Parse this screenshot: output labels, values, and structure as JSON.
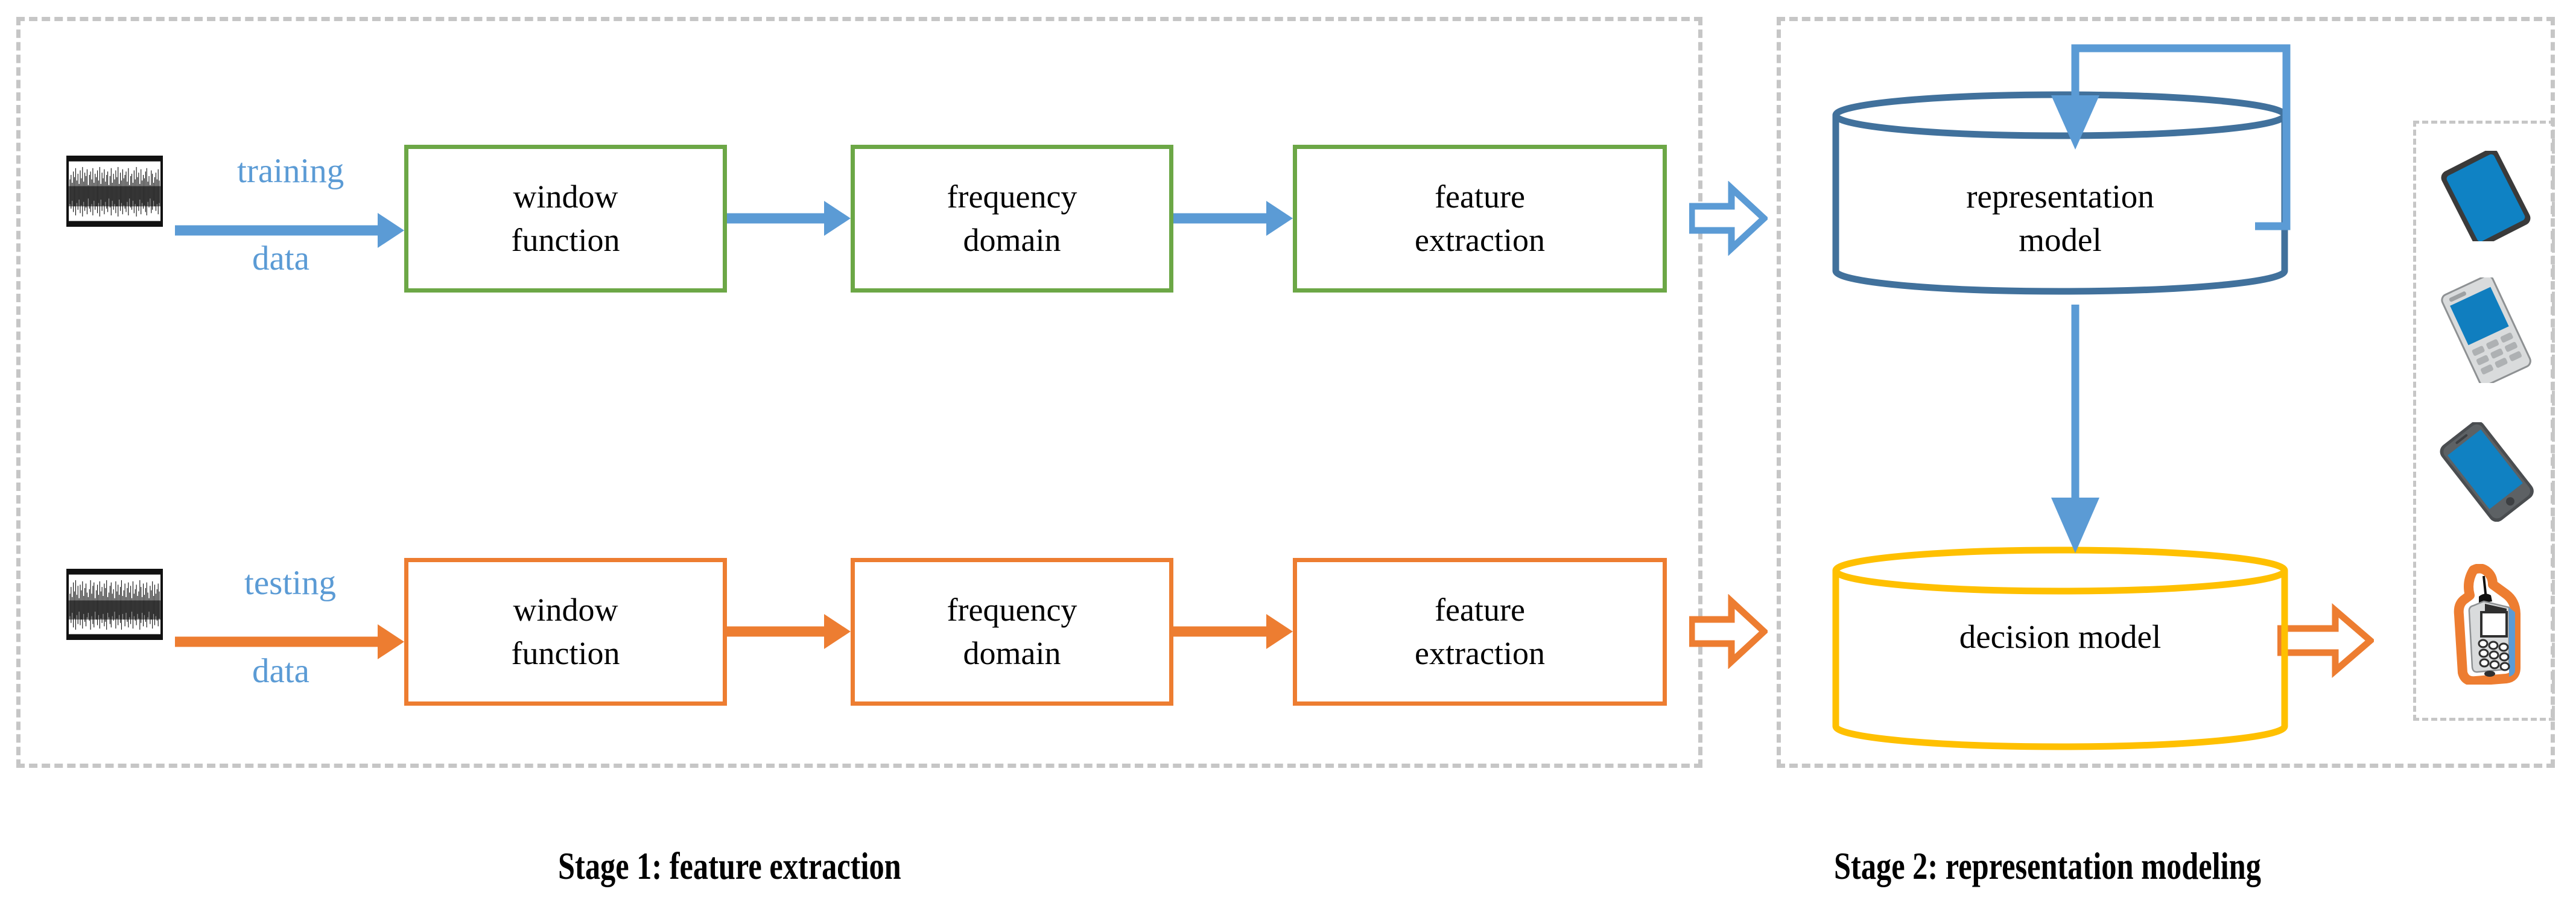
{
  "diagram": {
    "title": "Two-stage device identification pipeline",
    "colors": {
      "green": "#6ca746",
      "orange": "#ed7d31",
      "blue_arrow": "#5b9bd5",
      "blue_cylinder": "#41719c",
      "yellow_cylinder": "#ffc000",
      "panel_dashed": "#c6c6c6",
      "label_blue": "#5b9bd5"
    }
  },
  "stage1": {
    "caption": "Stage 1: feature extraction",
    "training_row": {
      "source_icon": "waveform-thumbnail",
      "flow_label_line1": "training",
      "flow_label_line2": "data",
      "boxes": [
        {
          "line1": "window",
          "line2": "function"
        },
        {
          "line1": "frequency",
          "line2": "domain"
        },
        {
          "line1": "feature",
          "line2": "extraction"
        }
      ]
    },
    "testing_row": {
      "source_icon": "waveform-thumbnail",
      "flow_label_line1": "testing",
      "flow_label_line2": "data",
      "boxes": [
        {
          "line1": "window",
          "line2": "function"
        },
        {
          "line1": "frequency",
          "line2": "domain"
        },
        {
          "line1": "feature",
          "line2": "extraction"
        }
      ]
    }
  },
  "stage2": {
    "caption": "Stage 2: representation modeling",
    "representation_model": {
      "line1": "representation",
      "line2": "model"
    },
    "decision_model": {
      "line1": "decision model",
      "line2": ""
    },
    "devices": [
      {
        "name": "tablet"
      },
      {
        "name": "pda-phone"
      },
      {
        "name": "smartphone"
      },
      {
        "name": "feature-phone-highlighted"
      }
    ]
  }
}
